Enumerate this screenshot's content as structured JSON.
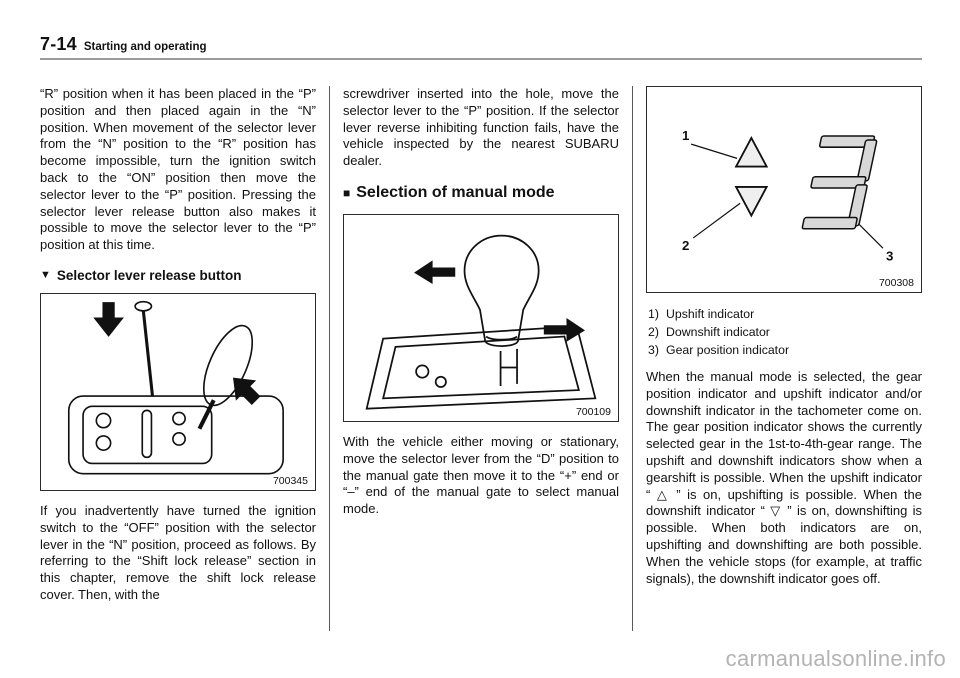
{
  "header": {
    "page_number": "7-14",
    "section_title": "Starting and operating"
  },
  "columns": {
    "col1": {
      "para1": "“R” position when it has been placed in the “P” position and then placed again in the “N” position. When movement of the selector lever from the “N” position to the “R” position has become impossible, turn the ignition switch back to the “ON” position then move the selector lever to the “P” position. Pressing the selector lever release button also makes it possible to move the selector lever to the “P” position at this time.",
      "heading_marker": "▼",
      "heading": "Selector lever release button",
      "figure": {
        "label": "700345"
      },
      "para2": "If you inadvertently have turned the ignition switch to the “OFF” position with the selector lever in the “N” position, proceed as follows. By referring to the “Shift lock release” section in this chapter, remove the shift lock release cover. Then, with the"
    },
    "col2": {
      "para1": "screwdriver inserted into the hole, move the selector lever to the “P” position. If the selector lever reverse inhibiting function fails, have the vehicle inspected by the nearest SUBARU dealer.",
      "heading_marker": "■",
      "heading": "Selection of manual mode",
      "figure": {
        "label": "700109"
      },
      "para2": "With the vehicle either moving or stationary, move the selector lever from the “D” position to the manual gate then move it to the “+” end or “–” end of the manual gate to select manual mode."
    },
    "col3": {
      "figure": {
        "label": "700308",
        "callout1": "1",
        "callout2": "2",
        "callout3": "3"
      },
      "legend": [
        {
          "num": "1)",
          "label": "Upshift indicator"
        },
        {
          "num": "2)",
          "label": "Downshift indicator"
        },
        {
          "num": "3)",
          "label": "Gear position indicator"
        }
      ],
      "para1": "When the manual mode is selected, the gear position indicator and upshift indicator and/or downshift indicator in the tachometer come on. The gear position indicator shows the currently selected gear in the 1st-to-4th-gear range. The upshift and downshift indicators show when a gearshift is possible. When the upshift indicator “ △ ” is on, upshifting is possible. When the downshift indicator “ ▽ ” is on, downshifting is possible. When both indicators are on, upshifting and downshifting are both possible. When the vehicle stops (for example, at traffic signals), the downshift indicator goes off."
    }
  },
  "watermark": "carmanualsonline.info"
}
